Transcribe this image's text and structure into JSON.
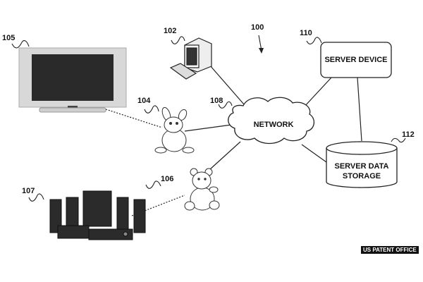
{
  "figure": {
    "system_ref": "100",
    "nodes": {
      "computer": {
        "ref": "102"
      },
      "bunny_toy": {
        "ref": "104"
      },
      "television": {
        "ref": "105"
      },
      "bear_toy": {
        "ref": "106"
      },
      "speaker_system": {
        "ref": "107"
      },
      "network": {
        "ref": "108",
        "label": "NETWORK"
      },
      "server_device": {
        "ref": "110",
        "label": "SERVER DEVICE"
      },
      "server_storage": {
        "ref": "112",
        "label_line1": "SERVER DATA",
        "label_line2": "STORAGE"
      }
    }
  },
  "watermark": "US PATENT OFFICE"
}
